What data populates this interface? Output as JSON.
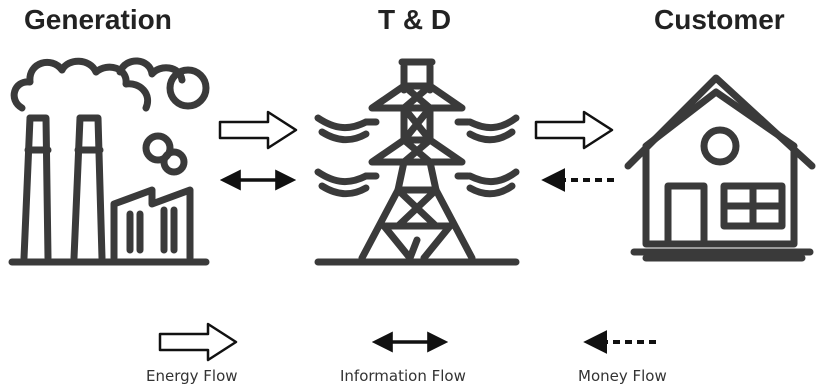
{
  "headings": {
    "generation": "Generation",
    "td": "T & D",
    "customer": "Customer"
  },
  "legend": {
    "energy": "Energy Flow",
    "information": "Information Flow",
    "money": "Money Flow"
  },
  "icons": {
    "generation": "power-plant-icon",
    "td": "transmission-tower-icon",
    "customer": "house-icon"
  },
  "colors": {
    "icon_stroke": "#3a3a3a",
    "arrow": "#111111"
  }
}
